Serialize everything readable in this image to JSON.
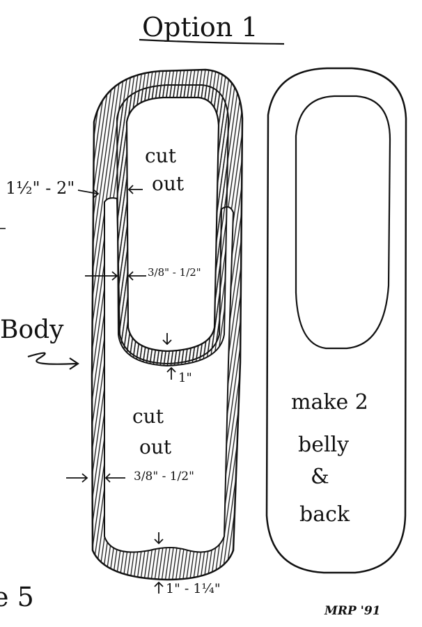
{
  "title": "Option 1",
  "body_label": "Body",
  "figure_number_fragment": "e 5",
  "signature": "MRP '91",
  "left_template": {
    "head_cutout_label_1": "cut",
    "head_cutout_label_2": "out",
    "body_cutout_label_1": "cut",
    "body_cutout_label_2": "out",
    "dim_side_top": "1½\" - 2\"",
    "dim_head_wall": "3/8\" - 1/2\"",
    "dim_head_bottom": "1\"",
    "dim_body_wall": "3/8\" - 1/2\"",
    "dim_tail": "1\" - 1¼\""
  },
  "right_template": {
    "label_line_1": "make 2",
    "label_line_2": "belly",
    "label_line_3": "&",
    "label_line_4": "back"
  },
  "colors": {
    "ink": "#111111",
    "paper": "#ffffff"
  }
}
